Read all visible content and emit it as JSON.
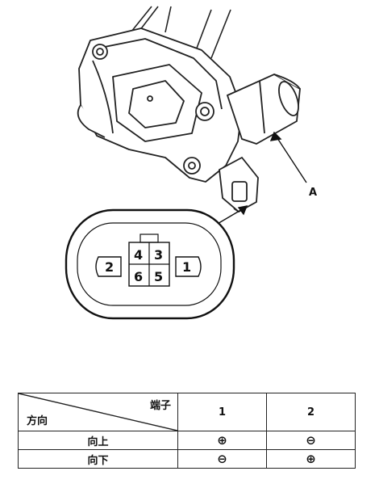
{
  "diagram": {
    "callout_label": "A",
    "connector_pins": [
      "4",
      "3",
      "2",
      "1",
      "6",
      "5"
    ]
  },
  "table": {
    "header_terminal": "端子",
    "header_direction": "方向",
    "col_headers": [
      "1",
      "2"
    ],
    "rows": [
      {
        "label": "向上",
        "cells": [
          "⊕",
          "⊖"
        ]
      },
      {
        "label": "向下",
        "cells": [
          "⊖",
          "⊕"
        ]
      }
    ]
  }
}
